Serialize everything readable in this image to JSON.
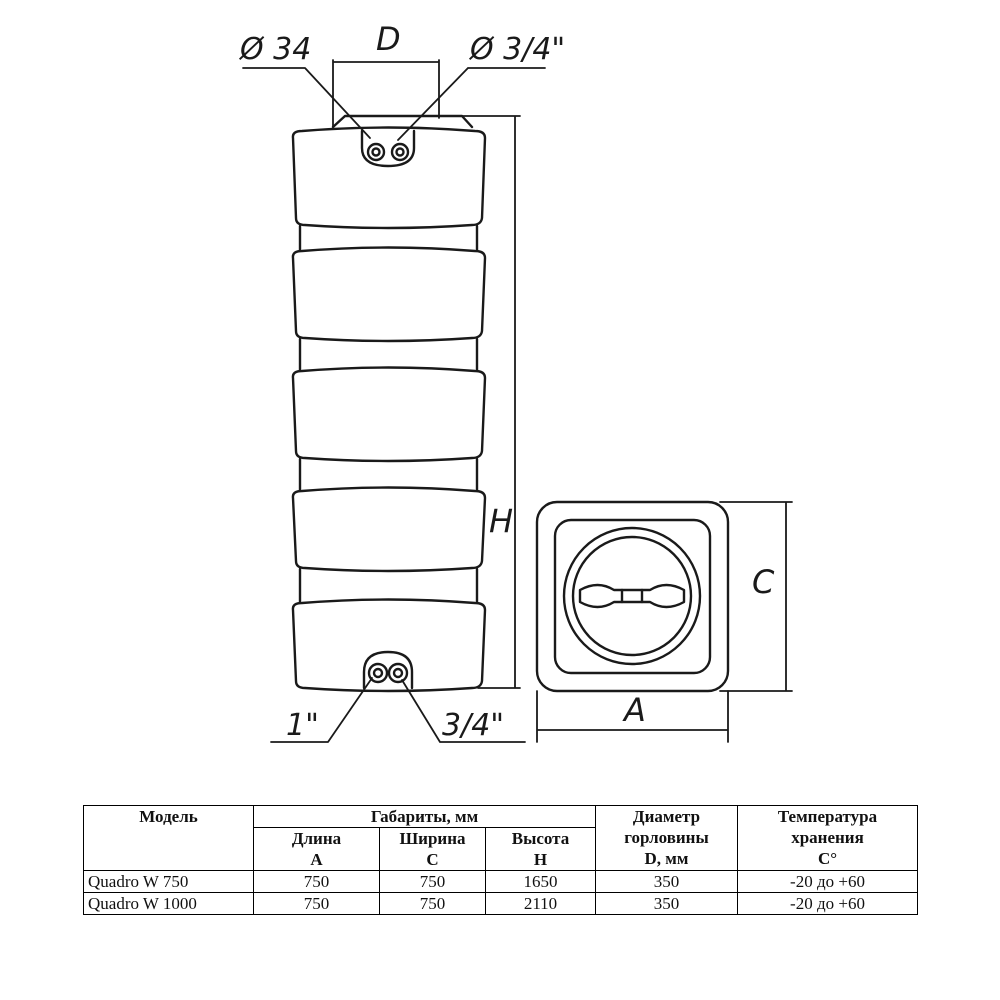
{
  "drawing": {
    "top_left_port": "Ø 34",
    "top_right_port": "Ø 3/4\"",
    "neck_dim": "D",
    "height_dim": "H",
    "width_dim": "C",
    "length_dim": "A",
    "bottom_left_port": "1\"",
    "bottom_right_port": "3/4\""
  },
  "table": {
    "model_header": "Модель",
    "dims_header": "Габариты, мм",
    "length_header": "Длина",
    "length_sym": "A",
    "width_header": "Ширина",
    "width_sym": "C",
    "height_header": "Высота",
    "height_sym": "H",
    "neck_header_1": "Диаметр",
    "neck_header_2": "горловины",
    "neck_header_3": "D, мм",
    "temp_header_1": "Температура",
    "temp_header_2": "хранения",
    "temp_header_3": "C°",
    "rows": [
      {
        "model": "Quadro W 750",
        "length": "750",
        "width": "750",
        "height": "1650",
        "neck": "350",
        "temp": "-20 до +60"
      },
      {
        "model": "Quadro W 1000",
        "length": "750",
        "width": "750",
        "height": "2110",
        "neck": "350",
        "temp": "-20 до +60"
      }
    ]
  }
}
